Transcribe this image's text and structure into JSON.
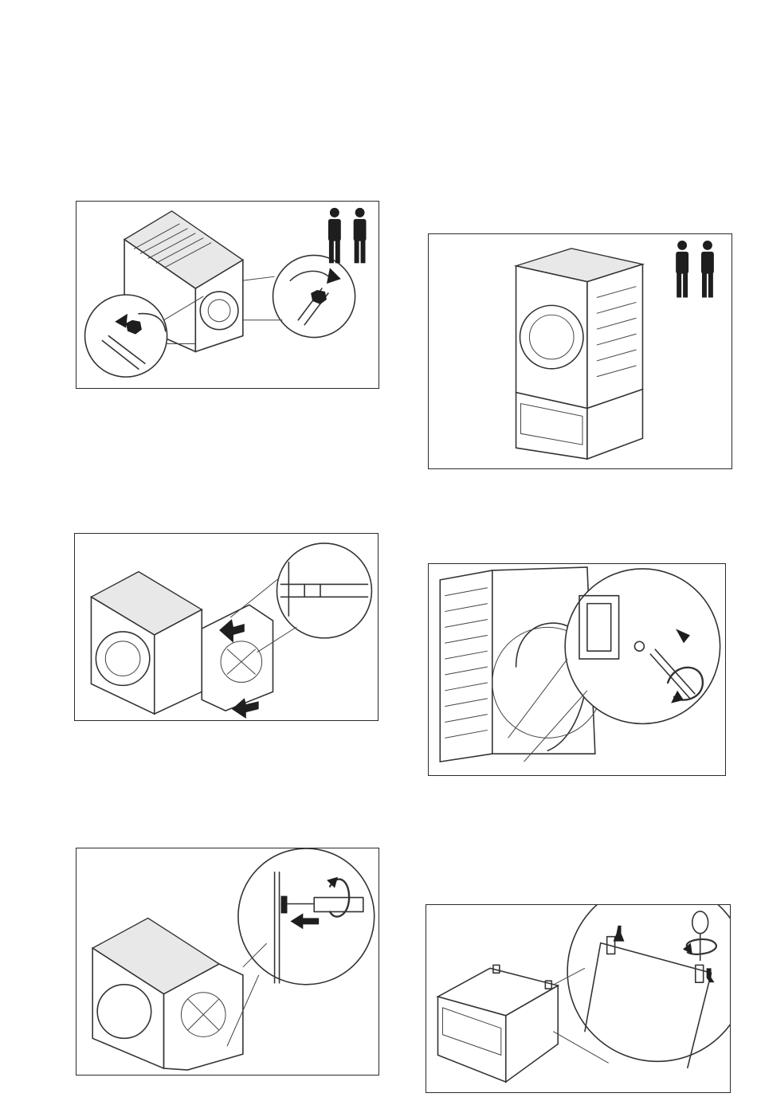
{
  "page": {
    "background": "#ffffff",
    "line_color": "#2a2a2a"
  },
  "figures": [
    {
      "id": "remove-rear-screws",
      "icons": [
        "two-persons-icon",
        "wrench-icon",
        "hand-icon"
      ]
    },
    {
      "id": "machine-on-pedestal",
      "icons": [
        "two-persons-icon"
      ]
    },
    {
      "id": "detach-rear-panel",
      "icons": [
        "arrow-left-icon"
      ]
    },
    {
      "id": "loosen-screw-inside",
      "icons": [
        "screwdriver-icon",
        "rotate-icon"
      ]
    },
    {
      "id": "fasten-screw-rear",
      "icons": [
        "screwdriver-icon",
        "rotate-icon"
      ]
    },
    {
      "id": "pedestal-brackets",
      "icons": [
        "screwdriver-icon",
        "rotate-icon",
        "arrow-down-icon"
      ]
    }
  ]
}
